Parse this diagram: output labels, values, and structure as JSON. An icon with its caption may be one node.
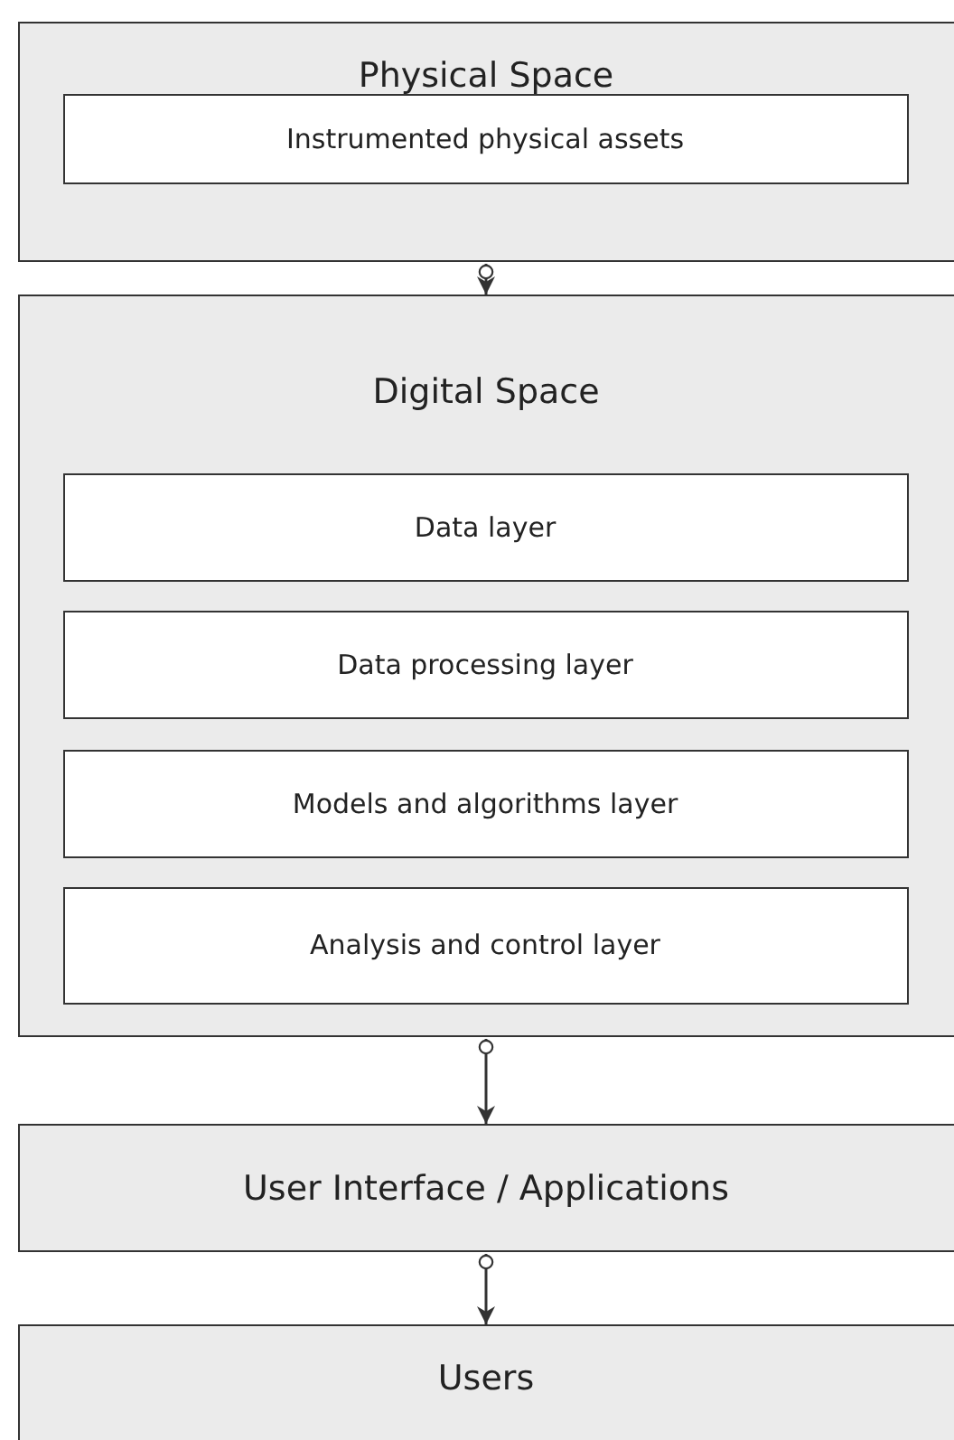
{
  "diagram": {
    "nodes": [
      {
        "text": [
          "Physical Space"
        ]
      },
      {
        "text": [
          "Instrumented physical assets"
        ],
        "in": 0
      },
      {
        "text": [
          "Digital Space"
        ]
      },
      {
        "text": [
          "Data layer"
        ],
        "in": 2
      },
      {
        "text": [
          "Data processing layer"
        ],
        "in": 2
      },
      {
        "text": [
          "Models and algorithms layer"
        ],
        "in": 2
      },
      {
        "text": [
          "Analysis and control layer"
        ],
        "in": 2
      },
      {
        "text": [
          "User Interface / Applications"
        ]
      },
      {
        "text": [
          "Users"
        ]
      }
    ],
    "edges": [
      {
        "from": 0,
        "to": 2,
        "arrow": "to"
      },
      {
        "from": 2,
        "to": 7,
        "arrow": "to"
      },
      {
        "from": 7,
        "to": 8,
        "arrow": "to"
      }
    ]
  }
}
